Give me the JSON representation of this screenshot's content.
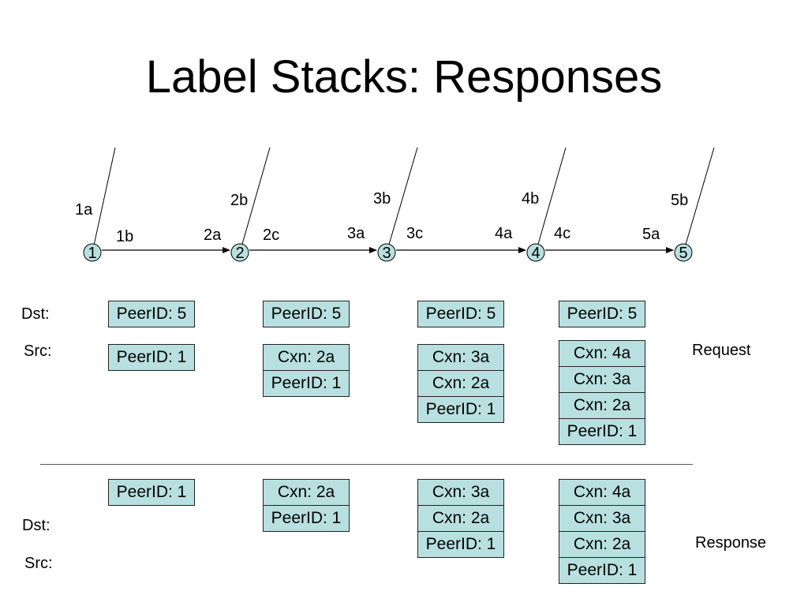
{
  "title": "Label Stacks: Responses",
  "nodes": [
    "1",
    "2",
    "3",
    "4",
    "5"
  ],
  "edge_labels": [
    "1a",
    "1b",
    "2a",
    "2b",
    "2c",
    "3a",
    "3b",
    "3c",
    "4a",
    "4b",
    "4c",
    "5a",
    "5b"
  ],
  "rows": {
    "dst": "Dst:",
    "src": "Src:",
    "request": "Request",
    "response": "Response"
  },
  "request": {
    "dst": [
      [
        "PeerID: 5"
      ],
      [
        "PeerID: 5"
      ],
      [
        "PeerID: 5"
      ],
      [
        "PeerID: 5"
      ]
    ],
    "src": [
      [
        "PeerID: 1"
      ],
      [
        "Cxn: 2a",
        "PeerID: 1"
      ],
      [
        "Cxn: 3a",
        "Cxn: 2a",
        "PeerID: 1"
      ],
      [
        "Cxn: 4a",
        "Cxn: 3a",
        "Cxn: 2a",
        "PeerID: 1"
      ]
    ]
  },
  "response": {
    "stacks": [
      [
        "PeerID: 1"
      ],
      [
        "Cxn: 2a",
        "PeerID: 1"
      ],
      [
        "Cxn: 3a",
        "Cxn: 2a",
        "PeerID: 1"
      ],
      [
        "Cxn: 4a",
        "Cxn: 3a",
        "Cxn: 2a",
        "PeerID: 1"
      ]
    ]
  },
  "colors": {
    "cell_fill": "#b9e0e0",
    "node_fill": "#b9e0e0",
    "line": "#000000"
  }
}
